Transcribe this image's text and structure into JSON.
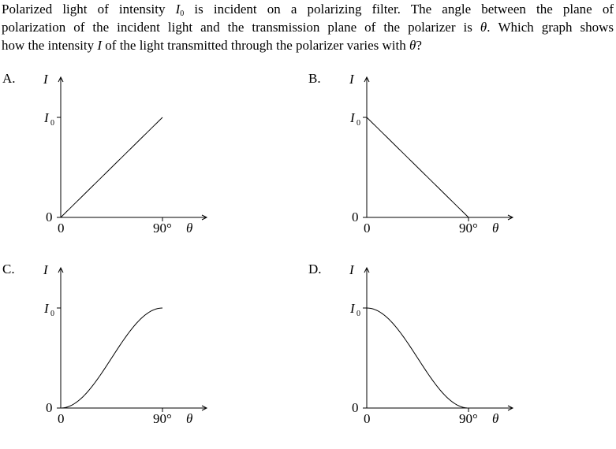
{
  "question": {
    "line1_a": "Polarized light of intensity ",
    "line1_sym": "I",
    "line1_sub": "0",
    "line1_b": " is incident on a polarizing filter.  The angle between the plane of",
    "line2_a": "polarization of the incident light and the transmission plane of the polarizer is ",
    "line2_sym": "θ",
    "line2_b": ".  Which graph shows",
    "line3_a": "how the intensity ",
    "line3_sym": "I",
    "line3_b": " of the light transmitted through the polarizer varies with ",
    "line3_sym2": "θ",
    "line3_c": "?"
  },
  "graph_labels": {
    "y_axis": "I",
    "x_axis": "θ",
    "y_tick_top": "I",
    "y_tick_top_sub": "0",
    "y_tick_zero": "0",
    "x_tick_zero": "0",
    "x_tick_end": "90°"
  },
  "options": [
    {
      "letter": "A.",
      "shape": "linear-increasing"
    },
    {
      "letter": "B.",
      "shape": "linear-decreasing"
    },
    {
      "letter": "C.",
      "shape": "sine-squared-increasing"
    },
    {
      "letter": "D.",
      "shape": "cosine-squared-decreasing"
    }
  ]
}
